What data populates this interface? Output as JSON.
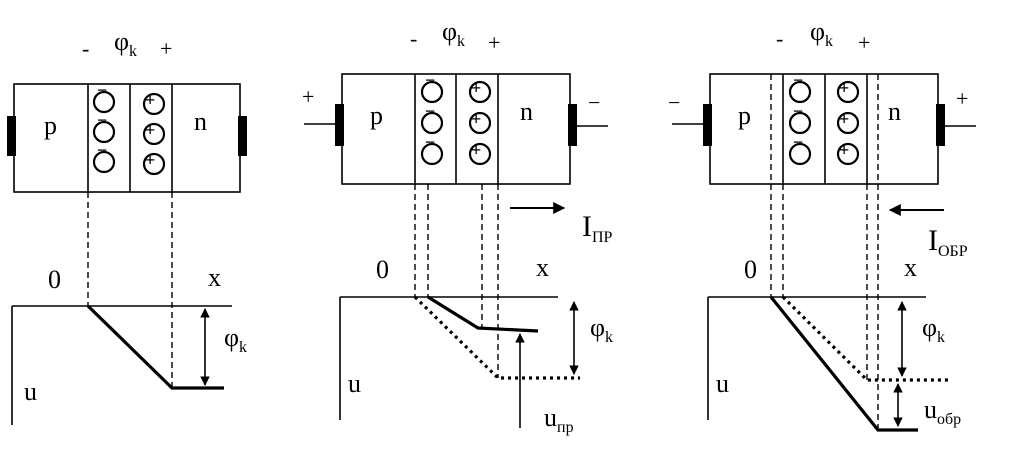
{
  "panels": [
    {
      "id": "equilibrium",
      "potential_label": "φ",
      "potential_sub": "k",
      "sign_left": "-",
      "sign_right": "+",
      "region_p": "p",
      "region_n": "n",
      "terminal_left": "",
      "terminal_right": "",
      "negative_ion": "−",
      "positive_ion": "+",
      "origin_label": "0",
      "x_label": "x",
      "u_label": "u",
      "barrier_label": "φ",
      "barrier_sub": "k",
      "current_label": "",
      "current_sub": "",
      "voltage_label": "",
      "voltage_sub": ""
    },
    {
      "id": "forward",
      "potential_label": "φ",
      "potential_sub": "k",
      "sign_left": "-",
      "sign_right": "+",
      "region_p": "p",
      "region_n": "n",
      "terminal_left": "+",
      "terminal_right": "−",
      "negative_ion": "−",
      "positive_ion": "+",
      "origin_label": "0",
      "x_label": "x",
      "u_label": "u",
      "barrier_label": "φ",
      "barrier_sub": "k",
      "current_label": "I",
      "current_sub": "ПР",
      "voltage_label": "u",
      "voltage_sub": "пр"
    },
    {
      "id": "reverse",
      "potential_label": "φ",
      "potential_sub": "k",
      "sign_left": "-",
      "sign_right": "+",
      "region_p": "p",
      "region_n": "n",
      "terminal_left": "−",
      "terminal_right": "+",
      "negative_ion": "−",
      "positive_ion": "+",
      "origin_label": "0",
      "x_label": "x",
      "u_label": "u",
      "barrier_label": "φ",
      "barrier_sub": "k",
      "current_label": "I",
      "current_sub": "ОБР",
      "voltage_label": "u",
      "voltage_sub": "обр"
    }
  ]
}
